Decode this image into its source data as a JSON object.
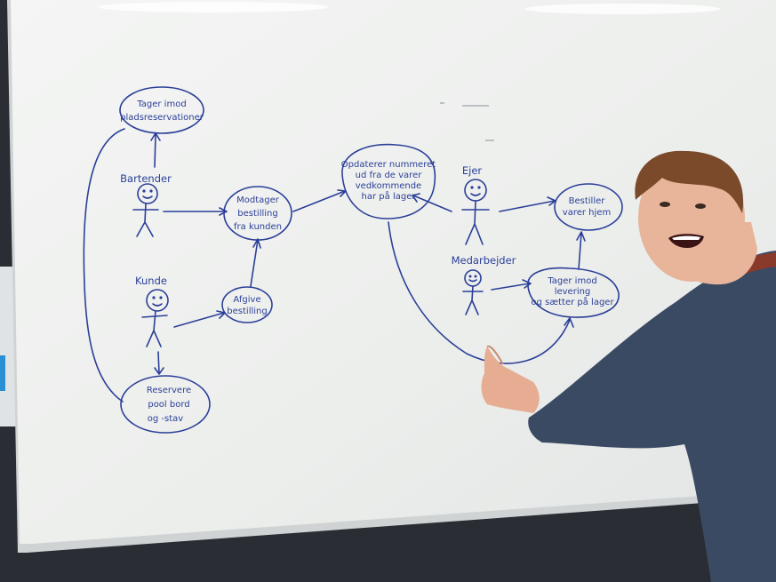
{
  "actors": {
    "bartender": "Bartender",
    "kunde": "Kunde",
    "ejer": "Ejer",
    "medarbejder": "Medarbejder"
  },
  "use_cases": {
    "tager_imod_pladsreservationer": [
      "Tager imod",
      "pladsreservationer"
    ],
    "modtager_bestilling": [
      "Modtager",
      "bestilling",
      "fra kunden"
    ],
    "afgive_bestilling": [
      "Afgive",
      "bestilling"
    ],
    "reservere_poolbord": [
      "Reservere",
      "pool bord",
      "og -stav"
    ],
    "opdaterer_nummeret": [
      "Opdaterer nummeret",
      "ud fra de varer",
      "vedkommende",
      "har på lager"
    ],
    "bestiller_varer_hjem": [
      "Bestiller",
      "varer hjem"
    ],
    "tager_imod_levering": [
      "Tager imod",
      "levering",
      "og sætter på lager"
    ]
  },
  "colors": {
    "ink": "#2b3f98",
    "whiteboard": "#eef0ef",
    "frame": "#cfd3d4",
    "wall": "#2a2d33",
    "sweater": "#3b4a63",
    "skin": "#e8b49a",
    "hair": "#7a4a2a"
  }
}
